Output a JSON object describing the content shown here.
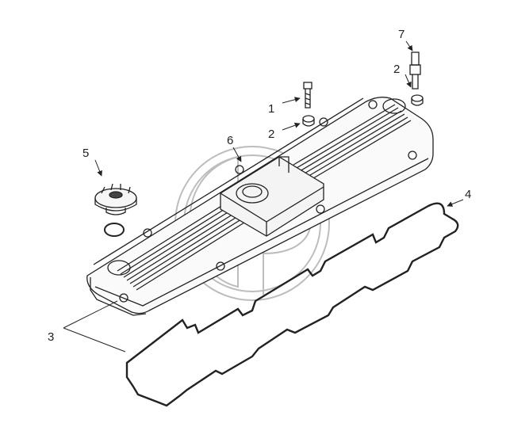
{
  "callouts": {
    "c1": "1",
    "c2a": "2",
    "c2b": "2",
    "c3": "3",
    "c4": "4",
    "c5": "5",
    "c6": "6",
    "c7": "7"
  },
  "colors": {
    "line": "#222222",
    "watermark": "#bdbdbd",
    "background": "#ffffff"
  },
  "icons": [
    "callout-arrow-icon",
    "watermark-logo-icon"
  ]
}
